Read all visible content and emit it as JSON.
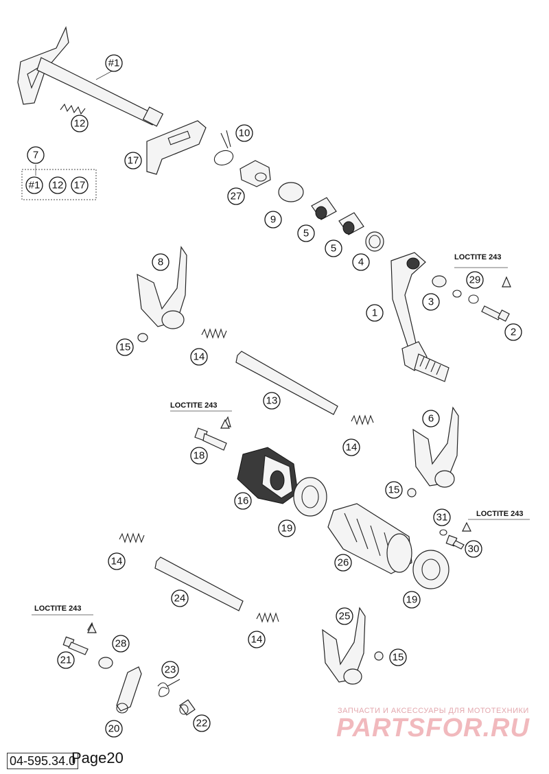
{
  "callouts": {
    "c1": "1",
    "c2": "2",
    "c3": "3",
    "c4": "4",
    "c5a": "5",
    "c5b": "5",
    "c6": "6",
    "c7": "7",
    "c8": "8",
    "c9": "9",
    "c10": "10",
    "c12": "12",
    "c13": "13",
    "c14a": "14",
    "c14b": "14",
    "c14c": "14",
    "c14d": "14",
    "c15a": "15",
    "c15b": "15",
    "c15c": "15",
    "c16": "16",
    "c17": "17",
    "c18": "18",
    "c19a": "19",
    "c19b": "19",
    "c20": "20",
    "c21": "21",
    "c22": "22",
    "c23": "23",
    "c24": "24",
    "c25": "25",
    "c26": "26",
    "c27": "27",
    "c28": "28",
    "c29": "29",
    "c30": "30",
    "c31": "31",
    "c1hash": "#1"
  },
  "kit": {
    "title": "7",
    "items": [
      "#1",
      "12",
      "17"
    ]
  },
  "loctite": {
    "a": "LOCTITE 243",
    "b": "LOCTITE 243",
    "c": "LOCTITE 243",
    "d": "LOCTITE 243"
  },
  "footer": {
    "code": "04-595.34.0",
    "page": "Page20"
  },
  "watermark": {
    "sub": "ЗАПЧАСТИ И АКСЕССУАРЫ ДЛЯ МОТОТЕХНИКИ",
    "main": "PARTSFOR.RU"
  }
}
